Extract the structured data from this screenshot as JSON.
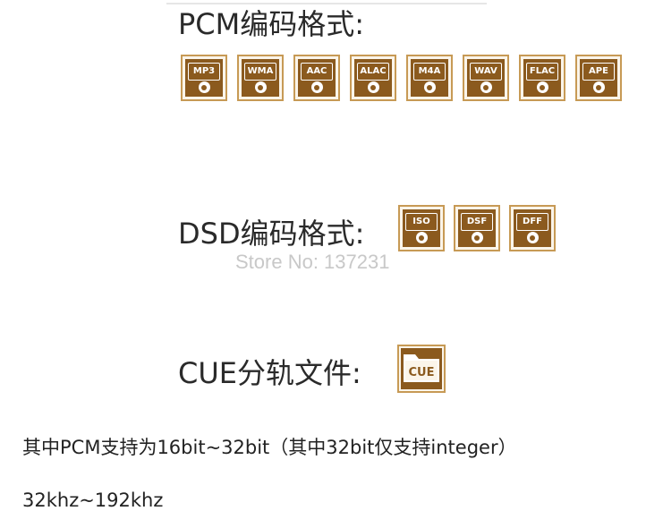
{
  "pcm": {
    "heading": "PCM编码格式:",
    "formats": [
      "MP3",
      "WMA",
      "AAC",
      "ALAC",
      "M4A",
      "WAV",
      "FLAC",
      "APE"
    ]
  },
  "dsd": {
    "heading": "DSD编码格式:",
    "formats": [
      "ISO",
      "DSF",
      "DFF"
    ]
  },
  "watermark": "Store No: 137231",
  "cue": {
    "heading": "CUE分轨文件:",
    "icon_label": "CUE"
  },
  "info": {
    "line1": "其中PCM支持为16bit~32bit（其中32bit仅支持integer）",
    "line2": "32khz~192khz"
  },
  "colors": {
    "badge_brown": "#8b5a1e",
    "badge_border": "#c79a55"
  }
}
